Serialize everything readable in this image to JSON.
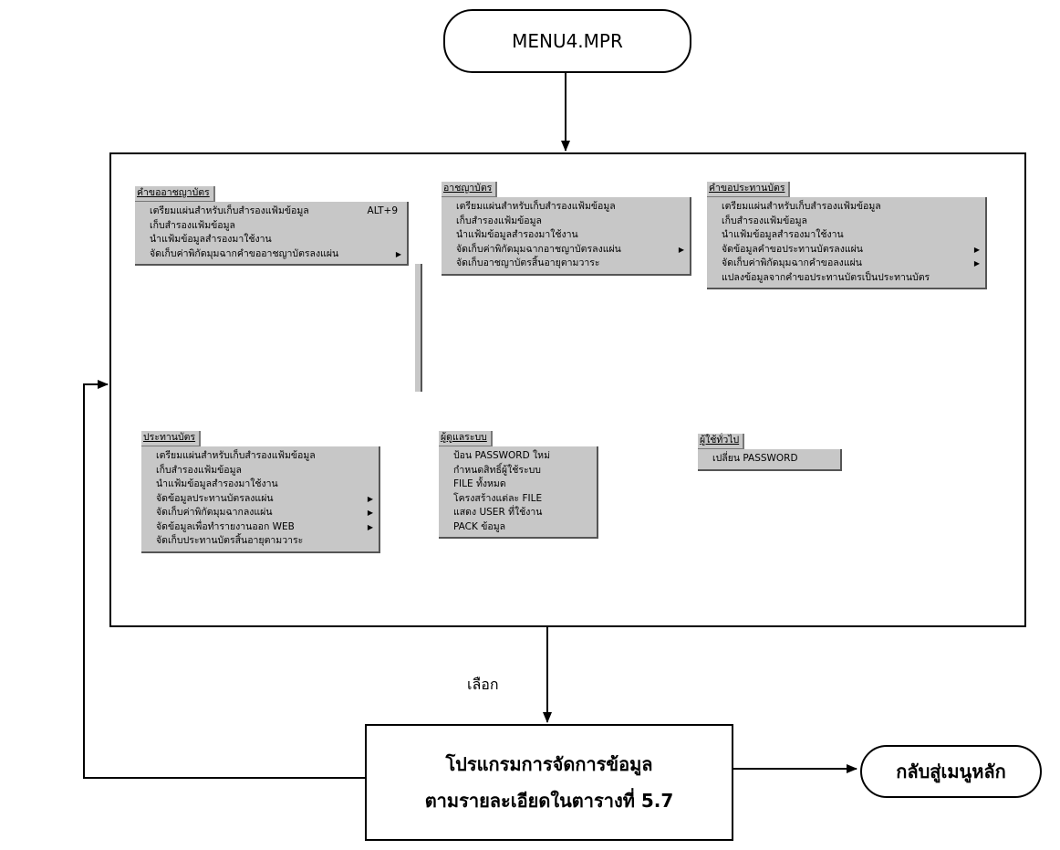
{
  "start_node": "MENU4.MPR",
  "end_node": "กลับสู่เมนูหลัก",
  "choose_label": "เลือก",
  "process_box": {
    "line1": "โปรแกรมการจัดการข้อมูล",
    "line2": "ตามรายละเอียดในตารางที่  5.7"
  },
  "menus": [
    {
      "title": "คำขออาชญาบัตร",
      "items": [
        {
          "label": "เตรียมแผ่นสำหรับเก็บสำรองแฟ้มข้อมูล",
          "shortcut": "ALT+9",
          "submenu": false
        },
        {
          "label": "เก็บสำรองแฟ้มข้อมูล",
          "submenu": false
        },
        {
          "label": "นำแฟ้มข้อมูลสำรองมาใช้งาน",
          "submenu": false
        },
        {
          "label": "จัดเก็บค่าพิกัดมุมฉากคำขออาชญาบัตรลงแผ่น",
          "submenu": true
        }
      ]
    },
    {
      "title": "อาชญาบัตร",
      "items": [
        {
          "label": "เตรียมแผ่นสำหรับเก็บสำรองแฟ้มข้อมูล",
          "submenu": false
        },
        {
          "label": "เก็บสำรองแฟ้มข้อมูล",
          "submenu": false
        },
        {
          "label": "นำแฟ้มข้อมูลสำรองมาใช้งาน",
          "submenu": false
        },
        {
          "label": "จัดเก็บค่าพิกัดมุมฉากอาชญาบัตรลงแผ่น",
          "submenu": true
        },
        {
          "label": "จัดเก็บอาชญาบัตรสิ้นอายุตามวาระ",
          "submenu": false
        }
      ]
    },
    {
      "title": "คำขอประทานบัตร",
      "items": [
        {
          "label": "เตรียมแผ่นสำหรับเก็บสำรองแฟ้มข้อมูล",
          "submenu": false
        },
        {
          "label": "เก็บสำรองแฟ้มข้อมูล",
          "submenu": false
        },
        {
          "label": "นำแฟ้มข้อมูลสำรองมาใช้งาน",
          "submenu": false
        },
        {
          "label": "จัดข้อมูลคำขอประทานบัตรลงแผ่น",
          "submenu": true
        },
        {
          "label": "จัดเก็บค่าพิกัดมุมฉากคำขอลงแผ่น",
          "submenu": true
        },
        {
          "label": "แปลงข้อมูลจากคำขอประทานบัตรเป็นประทานบัตร",
          "submenu": false
        }
      ]
    },
    {
      "title": "ประทานบัตร",
      "items": [
        {
          "label": "เตรียมแผ่นสำหรับเก็บสำรองแฟ้มข้อมูล",
          "submenu": false
        },
        {
          "label": "เก็บสำรองแฟ้มข้อมูล",
          "submenu": false
        },
        {
          "label": "นำแฟ้มข้อมูลสำรองมาใช้งาน",
          "submenu": false
        },
        {
          "label": "จัดข้อมูลประทานบัตรลงแผ่น",
          "submenu": true
        },
        {
          "label": "จัดเก็บค่าพิกัดมุมฉากลงแผ่น",
          "submenu": true
        },
        {
          "label": "จัดข้อมูลเพื่อทำรายงานออก WEB",
          "submenu": true
        },
        {
          "label": "จัดเก็บประทานบัตรสิ้นอายุตามวาระ",
          "submenu": false
        }
      ]
    },
    {
      "title": "ผู้ดูแลระบบ",
      "items": [
        {
          "label": "ป้อน  PASSWORD ใหม่",
          "submenu": false
        },
        {
          "label": "กำหนดสิทธิ์ผู้ใช้ระบบ",
          "submenu": false
        },
        {
          "label": "FILE ทั้งหมด",
          "submenu": false
        },
        {
          "label": "โครงสร้างแต่ละ  FILE",
          "submenu": false
        },
        {
          "label": "แสดง USER ที่ใช้งาน",
          "submenu": false
        },
        {
          "label": "PACK ข้อมูล",
          "submenu": false
        }
      ]
    },
    {
      "title": "ผู้ใช้ทั่วไป",
      "items": [
        {
          "label": "เปลี่ยน  PASSWORD",
          "submenu": false
        }
      ]
    }
  ]
}
